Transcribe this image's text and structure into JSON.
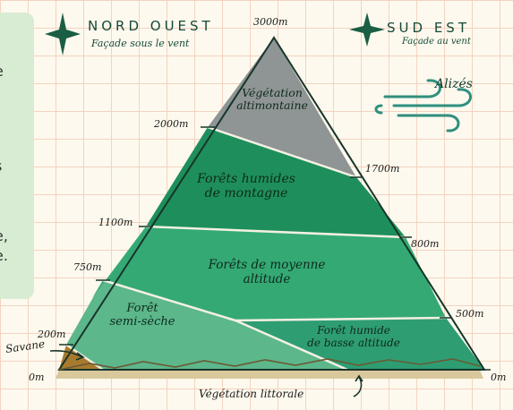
{
  "sidebar": {
    "fragments": [
      "e",
      "s",
      "e,",
      "e."
    ]
  },
  "headers": {
    "left_title": "NORD OUEST",
    "left_subtitle": "Façade sous le vent",
    "right_title": "SUD EST",
    "right_subtitle": "Façade au vent"
  },
  "wind_label": "Alizés",
  "zones": {
    "altimontaine": [
      "Végétation",
      "altimontaine"
    ],
    "montagne": [
      "Forêts humides",
      "de montagne"
    ],
    "moyenne": [
      "Forêts de moyenne",
      "altitude"
    ],
    "semi_seche": [
      "Forêt",
      "semi-sèche"
    ],
    "basse": [
      "Forêt humide",
      "de basse altitude"
    ]
  },
  "altitudes": {
    "summit": "3000m",
    "left": [
      "2000m",
      "1100m",
      "750m",
      "200m",
      "0m"
    ],
    "right": [
      "1700m",
      "800m",
      "500m",
      "0m"
    ]
  },
  "savane_label": "Savane",
  "littoral_label": "Végétation littorale",
  "colors": {
    "altimontaine": "#8f9494",
    "montagne": "#1e8f5c",
    "moyenne": "#34a974",
    "semi_seche": "#5cb78b",
    "basse": "#2e9d72",
    "savane": "#a87a2e",
    "littoral": "#d9c89b",
    "star": "#1a5e44"
  }
}
